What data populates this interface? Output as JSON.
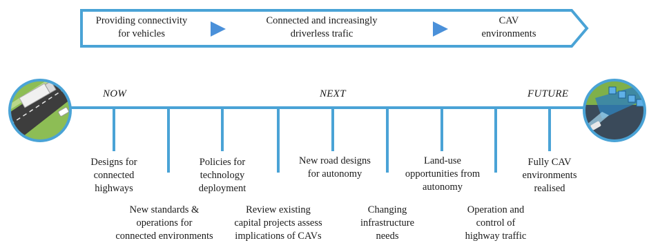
{
  "banner": {
    "stages": [
      {
        "lines": [
          "Providing connectivity",
          "for vehicles"
        ]
      },
      {
        "lines": [
          "Connected and increasingly",
          "driverless trafic"
        ]
      },
      {
        "lines": [
          "CAV",
          "environments"
        ]
      }
    ]
  },
  "timeline": {
    "phases": [
      "NOW",
      "NEXT",
      "FUTURE"
    ]
  },
  "milestones": [
    {
      "lines": [
        "Designs for",
        "connected",
        "highways"
      ]
    },
    {
      "lines": [
        "New standards &",
        "operations for",
        "connected environments"
      ]
    },
    {
      "lines": [
        "Policies for",
        "technology",
        "deployment"
      ]
    },
    {
      "lines": [
        "Review existing",
        "capital projects assess",
        "implications of CAVs"
      ]
    },
    {
      "lines": [
        "New road designs",
        "for autonomy"
      ]
    },
    {
      "lines": [
        "Changing",
        "infrastructure",
        "needs"
      ]
    },
    {
      "lines": [
        "Land-use",
        "opportunities from",
        "autonomy"
      ]
    },
    {
      "lines": [
        "Operation and",
        "control of",
        "highway traffic"
      ]
    },
    {
      "lines": [
        "Fully CAV",
        "environments",
        "realised"
      ]
    }
  ],
  "colors": {
    "accent": "#4aa3d6",
    "arrow": "#4a90d9",
    "road": "#3a3a3a",
    "grass": "#7fb04a"
  },
  "icons": [
    "truck-road-icon",
    "connected-road-icon"
  ]
}
